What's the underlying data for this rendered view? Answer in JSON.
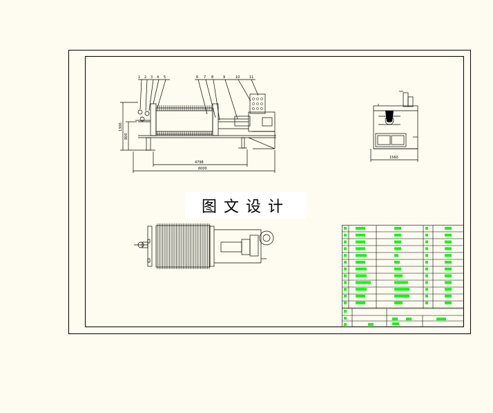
{
  "watermark": "图文设计",
  "front_view": {
    "part_numbers": [
      "1",
      "2",
      "3",
      "4",
      "5",
      "6",
      "7",
      "8",
      "9",
      "10",
      "11"
    ],
    "dim_overall_length": "6000",
    "dim_plate_length": "4798",
    "dim_height": "1300",
    "dim_axis_height": "800"
  },
  "side_view": {
    "dim_width": "1560"
  },
  "colors": {
    "background": "#fefcf0",
    "line": "#000000",
    "placeholder_text": "#00ff00"
  }
}
